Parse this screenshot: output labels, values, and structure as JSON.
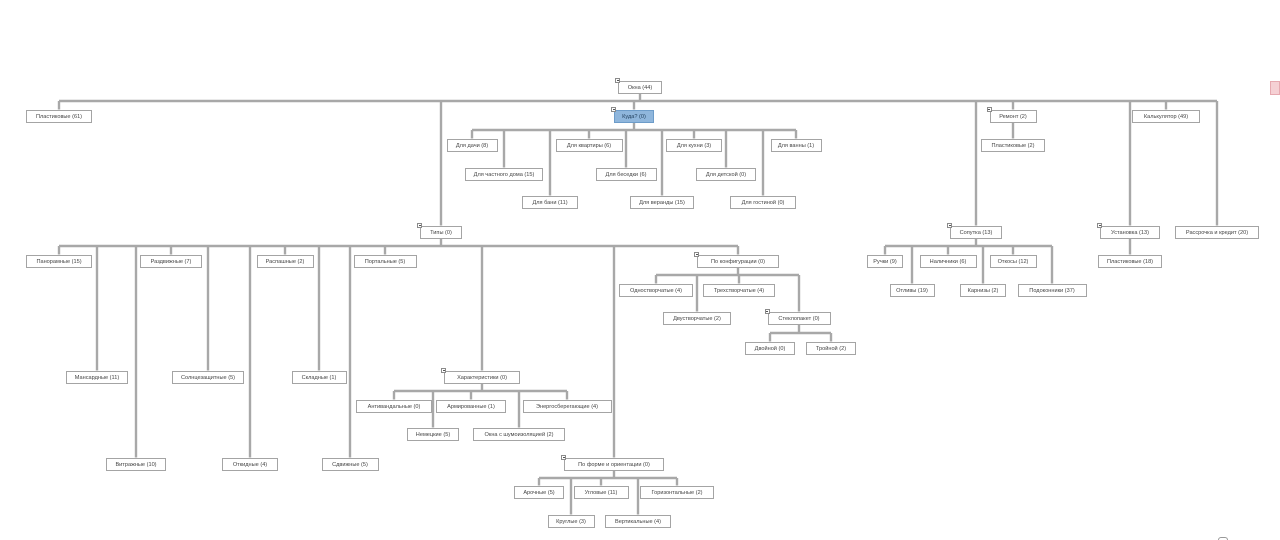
{
  "colors": {
    "line": "#a8a8a8",
    "node_border": "#a4a4a4",
    "selected_fill": "#8fb6dc",
    "side_tab": "#f5d0d4"
  },
  "tree": {
    "label": "Окна (44)",
    "collapsible": true,
    "children": [
      {
        "label": "Пластиковые (61)"
      },
      {
        "label": "Куда? (0)",
        "selected": true,
        "collapsible": true,
        "children": [
          {
            "label": "Для дачи (8)"
          },
          {
            "label": "Для частного дома (15)"
          },
          {
            "label": "Для бани (11)"
          },
          {
            "label": "Для квартиры (6)"
          },
          {
            "label": "Для беседки (6)"
          },
          {
            "label": "Для веранды (15)"
          },
          {
            "label": "Для кухни (3)"
          },
          {
            "label": "Для детской (0)"
          },
          {
            "label": "Для гостиной (0)"
          },
          {
            "label": "Для ванны (1)"
          }
        ]
      },
      {
        "label": "Типы (0)",
        "collapsible": true,
        "children": [
          {
            "label": "Панорамные (15)"
          },
          {
            "label": "Мансардные (11)"
          },
          {
            "label": "Витражные (10)"
          },
          {
            "label": "Раздвижные (7)"
          },
          {
            "label": "Солнцезащитные (5)"
          },
          {
            "label": "Откидные (4)"
          },
          {
            "label": "Распашные (2)"
          },
          {
            "label": "Складные (1)"
          },
          {
            "label": "Сдвижные (5)"
          },
          {
            "label": "Портальные (5)"
          },
          {
            "label": "Характеристики (0)",
            "collapsible": true,
            "children": [
              {
                "label": "Антивандальные (0)"
              },
              {
                "label": "Немецкие (5)"
              },
              {
                "label": "Армированные (1)"
              },
              {
                "label": "Окна с шумоизоляцией (2)"
              },
              {
                "label": "Энергосберегающие (4)"
              }
            ]
          },
          {
            "label": "По форме и ориентации (0)",
            "collapsible": true,
            "children": [
              {
                "label": "Арочные (5)"
              },
              {
                "label": "Круглые (3)"
              },
              {
                "label": "Угловые (11)"
              },
              {
                "label": "Вертикальные (4)"
              },
              {
                "label": "Горизонтальные (2)"
              }
            ]
          },
          {
            "label": "По конфигурации (0)",
            "collapsible": true,
            "children": [
              {
                "label": "Одностворчатые (4)"
              },
              {
                "label": "Двустворчатые (2)"
              },
              {
                "label": "Трехстворчатые (4)"
              },
              {
                "label": "Стеклопакет (0)",
                "collapsible": true,
                "children": [
                  {
                    "label": "Двойной (0)"
                  },
                  {
                    "label": "Тройной (2)"
                  }
                ]
              }
            ]
          }
        ]
      },
      {
        "label": "Ремонт (2)",
        "collapsible": true,
        "children": [
          {
            "label": "Пластиковые (2)"
          }
        ]
      },
      {
        "label": "Сопутка (13)",
        "collapsible": true,
        "children": [
          {
            "label": "Ручки (9)"
          },
          {
            "label": "Отливы (19)"
          },
          {
            "label": "Наличники (6)"
          },
          {
            "label": "Карнизы (2)"
          },
          {
            "label": "Откосы (12)"
          },
          {
            "label": "Подоконники (37)"
          }
        ]
      },
      {
        "label": "Калькулятор (49)"
      },
      {
        "label": "Установка (13)",
        "collapsible": true,
        "children": [
          {
            "label": "Пластиковые (18)"
          }
        ]
      },
      {
        "label": "Рассрочка и кредит (20)"
      }
    ]
  }
}
